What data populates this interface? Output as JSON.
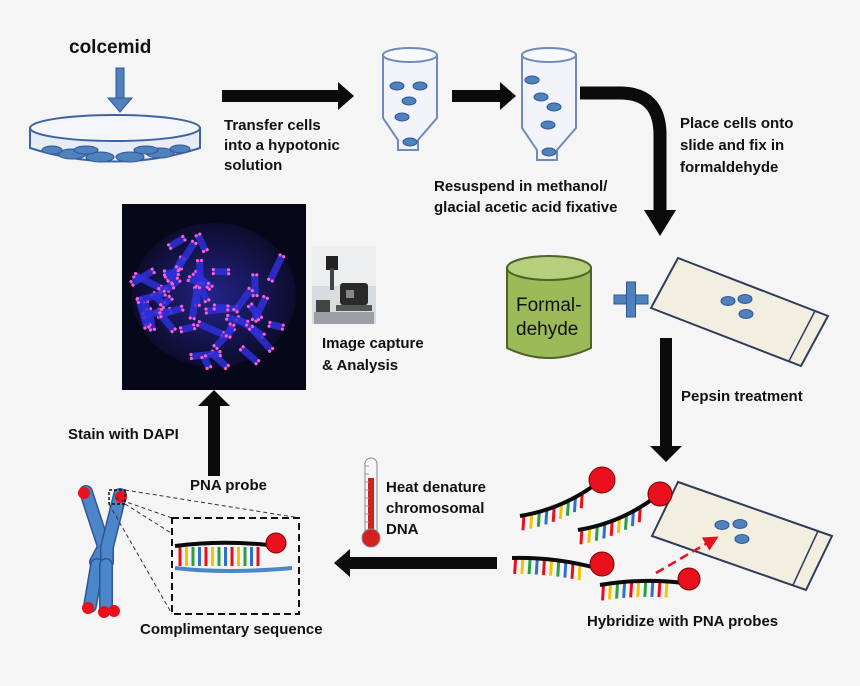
{
  "labels": {
    "colcemid": "colcemid",
    "transfer": [
      "Transfer cells",
      "into a hypotonic",
      "solution"
    ],
    "resuspend": [
      "Resuspend in methanol/",
      "glacial acetic acid fixative"
    ],
    "place": [
      "Place cells onto",
      "slide and fix in",
      "formaldehyde"
    ],
    "formaldehyde": [
      "Formal-",
      "dehyde"
    ],
    "pepsin": "Pepsin treatment",
    "hybridize": "Hybridize with PNA probes",
    "heat": [
      "Heat denature",
      "chromosomal",
      "DNA"
    ],
    "pna_probe": "PNA probe",
    "complimentary": "Complimentary sequence",
    "stain": "Stain with DAPI",
    "image_capture": [
      "Image capture",
      "& Analysis"
    ]
  },
  "colors": {
    "arrow": "#0b0b0b",
    "blue_arrow": "#4f81bd",
    "cell": "#4f81bd",
    "cylinder": "#9bbb59",
    "probe_head": "#e8101d",
    "chromosome": "#4a86c8",
    "slide": "#f2eee0",
    "dapi_bg": "#08081c"
  },
  "icons": [
    "thermometer-icon",
    "microscope-icon",
    "petri-dish-icon",
    "tube-icon",
    "slide-icon",
    "chromosome-icon"
  ]
}
